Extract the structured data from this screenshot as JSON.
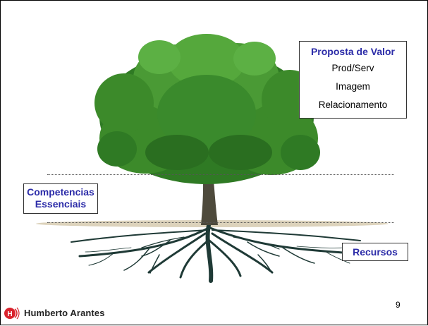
{
  "proposta": {
    "title": "Proposta de Valor",
    "items": [
      "Prod/Serv",
      "Imagem",
      "Relacionamento"
    ]
  },
  "competencias": {
    "line1": "Competencias",
    "line2": "Essenciais"
  },
  "recursos": {
    "label": "Recursos"
  },
  "footer": {
    "page_number": "9",
    "author": "Humberto Arantes"
  },
  "colors": {
    "label_title": "#2b2ba8",
    "foliage": "#3c8a2a",
    "trunk": "#4e4a3c",
    "roots": "#1f3a36"
  }
}
